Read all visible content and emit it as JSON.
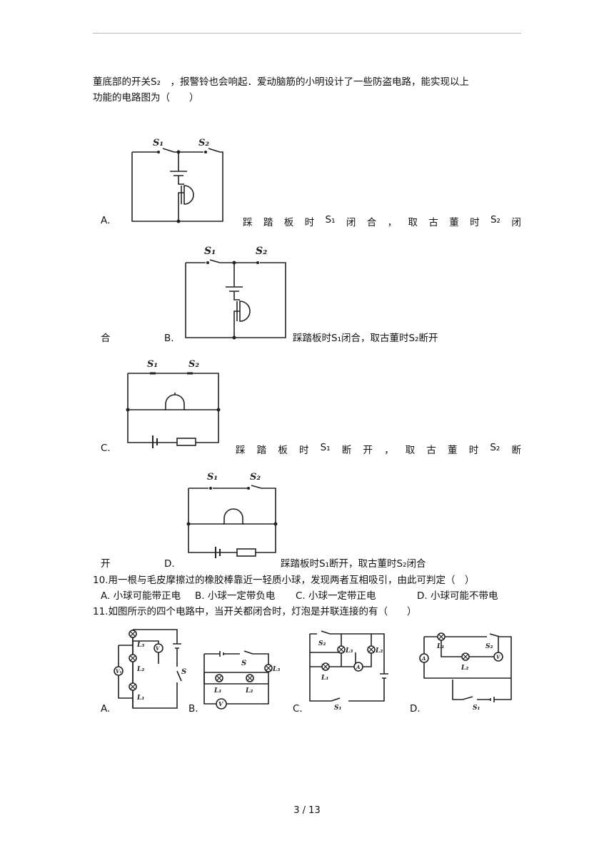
{
  "header_line": true,
  "intro": {
    "line1": "董底部的开关S₂　，报警铃也会响起．爱动脑筋的小明设计了一些防盗电路，能实现以上",
    "line2": "功能的电路图为（　　）"
  },
  "q9": {
    "a_letter": "A.",
    "a_text": [
      "踩",
      "踏",
      "板",
      "时",
      "S₁",
      "闭",
      "合",
      "，",
      "取",
      "古",
      "董",
      "时",
      "S₂",
      "闭"
    ],
    "a_cont": "合",
    "b_letter": "B.",
    "b_text": "踩踏板时S₁闭合，取古董时S₂断开",
    "c_letter": "C.",
    "c_text": [
      "踩",
      "踏",
      "板",
      "时",
      "S₁",
      "断",
      "开",
      "，",
      "取",
      "古",
      "董",
      "时",
      "S₂",
      "断"
    ],
    "c_cont": "开",
    "d_letter": "D.",
    "d_text": "踩踏板时S₁断开，取古董时S₂闭合"
  },
  "q10": {
    "stem": "10.用一根与毛皮摩擦过的橡胶棒靠近一轻质小球，发现两者互相吸引，由此可判定（　）",
    "options": [
      "A. 小球可能带正电",
      "B. 小球一定带负电",
      "C. 小球一定带正电",
      "D. 小球可能不带电"
    ]
  },
  "q11": {
    "stem": "11.如图所示的四个电路中，当开关都闭合时，灯泡是并联连接的有（　　）",
    "letters": [
      "A.",
      "B.",
      "C.",
      "D."
    ]
  },
  "circuit_labels": {
    "s1": "S₁",
    "s2": "S₂",
    "s": "S",
    "l1": "L₁",
    "l2": "L₂",
    "l3": "L₃",
    "v": "V",
    "a": "A",
    "v1": "V₁"
  },
  "footer": {
    "page": "3 / 13"
  }
}
